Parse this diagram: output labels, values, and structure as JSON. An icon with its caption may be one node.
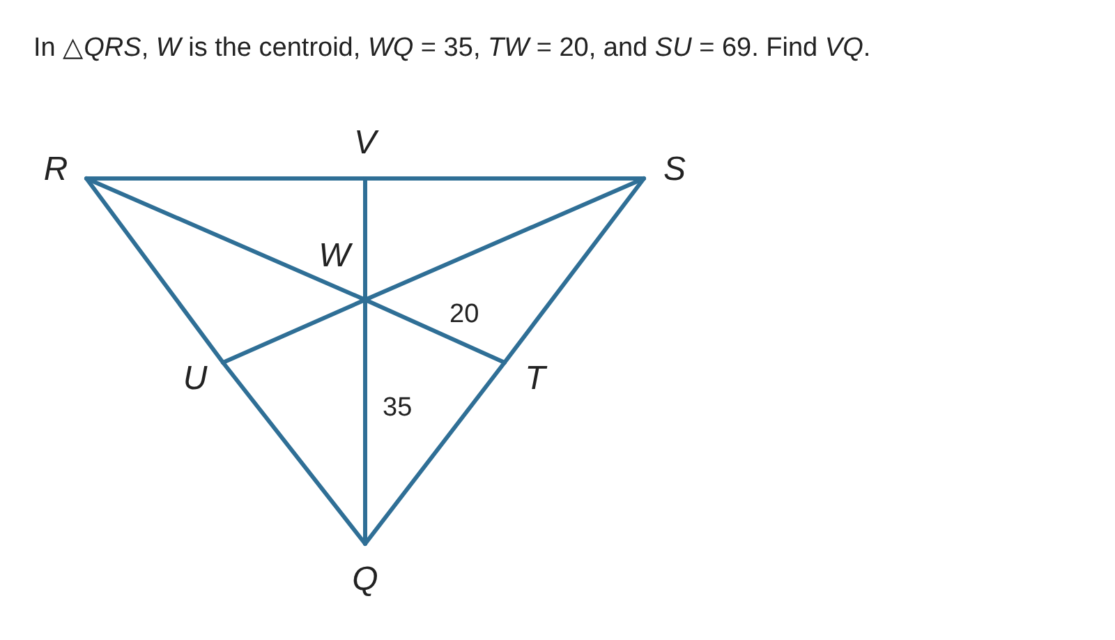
{
  "diagram": {
    "title": "In △*QRS*, *W* is the centroid, *WQ* = 35, *TW* = 20, and *SU* = 69. Find *VQ*.",
    "nodes": [
      {
        "text": [
          "R"
        ]
      },
      {
        "text": [
          "V"
        ]
      },
      {
        "text": [
          "S"
        ]
      },
      {
        "text": [
          "W"
        ]
      },
      {
        "text": [
          "U"
        ]
      },
      {
        "text": [
          "T"
        ]
      },
      {
        "text": [
          "Q"
        ]
      }
    ],
    "edges": [
      {
        "from": 0,
        "to": 1,
        "arrow": "none"
      },
      {
        "from": 1,
        "to": 2,
        "arrow": "none"
      },
      {
        "from": 0,
        "to": 4,
        "arrow": "none"
      },
      {
        "from": 4,
        "to": 6,
        "arrow": "none"
      },
      {
        "from": 2,
        "to": 5,
        "arrow": "none"
      },
      {
        "from": 5,
        "to": 6,
        "arrow": "none"
      },
      {
        "from": 1,
        "to": 3,
        "arrow": "none"
      },
      {
        "from": 3,
        "to": 6,
        "label": "35",
        "arrow": "none"
      },
      {
        "from": 0,
        "to": 3,
        "arrow": "none"
      },
      {
        "from": 3,
        "to": 5,
        "label": "20",
        "arrow": "none"
      },
      {
        "from": 4,
        "to": 3,
        "arrow": "none"
      },
      {
        "from": 3,
        "to": 2,
        "arrow": "none"
      }
    ]
  }
}
